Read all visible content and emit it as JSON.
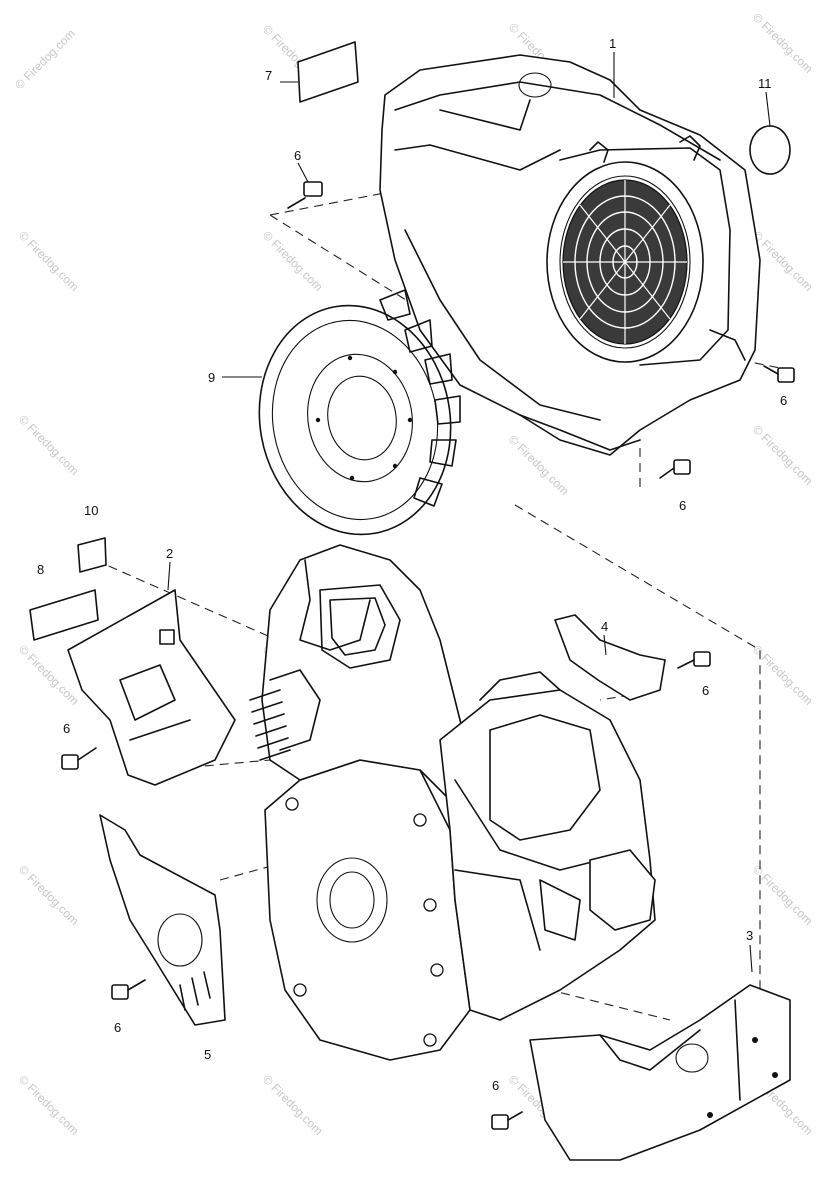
{
  "callouts": {
    "c1": "1",
    "c2": "2",
    "c3": "3",
    "c4": "4",
    "c5": "5",
    "c6a": "6",
    "c6b": "6",
    "c6c": "6",
    "c6d": "6",
    "c6e": "6",
    "c6f": "6",
    "c6g": "6",
    "c7": "7",
    "c8": "8",
    "c9": "9",
    "c10": "10",
    "c11": "11"
  },
  "watermark": {
    "text": "© Firedog.com",
    "center_text": "© Firedog.com"
  }
}
